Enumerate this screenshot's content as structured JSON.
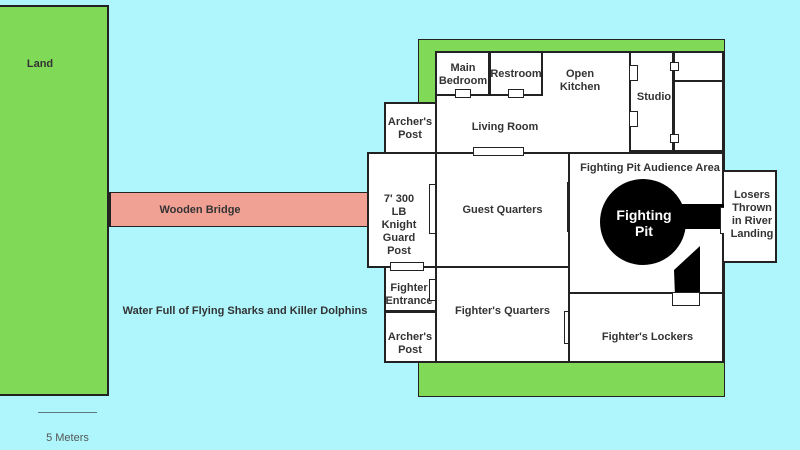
{
  "colors": {
    "water": "#aef6fc",
    "land": "#80d957",
    "bridge": "#f0a194",
    "wall": "#222222",
    "pit": "#000000"
  },
  "labels": {
    "land": "Land",
    "bridge": "Wooden Bridge",
    "water": "Water Full of Flying Sharks and Killer Dolphins",
    "scale": "5 Meters",
    "main_bedroom": "Main Bedroom",
    "restroom": "Restroom",
    "open_kitchen": "Open Kitchen",
    "studio": "Studio",
    "archers_post_top": "Archer's Post",
    "living_room": "Living Room",
    "guard_post": "7' 300 LB Knight Guard Post",
    "guest_quarters": "Guest Quarters",
    "audience_area": "Fighting Pit Audience Area",
    "fighting_pit": "Fighting Pit",
    "losers_landing": "Losers Thrown in River Landing",
    "fighter_entrance": "Fighter Entrance",
    "fighters_quarters": "Fighter's Quarters",
    "archers_post_bottom": "Archer's Post",
    "fighters_lockers": "Fighter's Lockers"
  }
}
